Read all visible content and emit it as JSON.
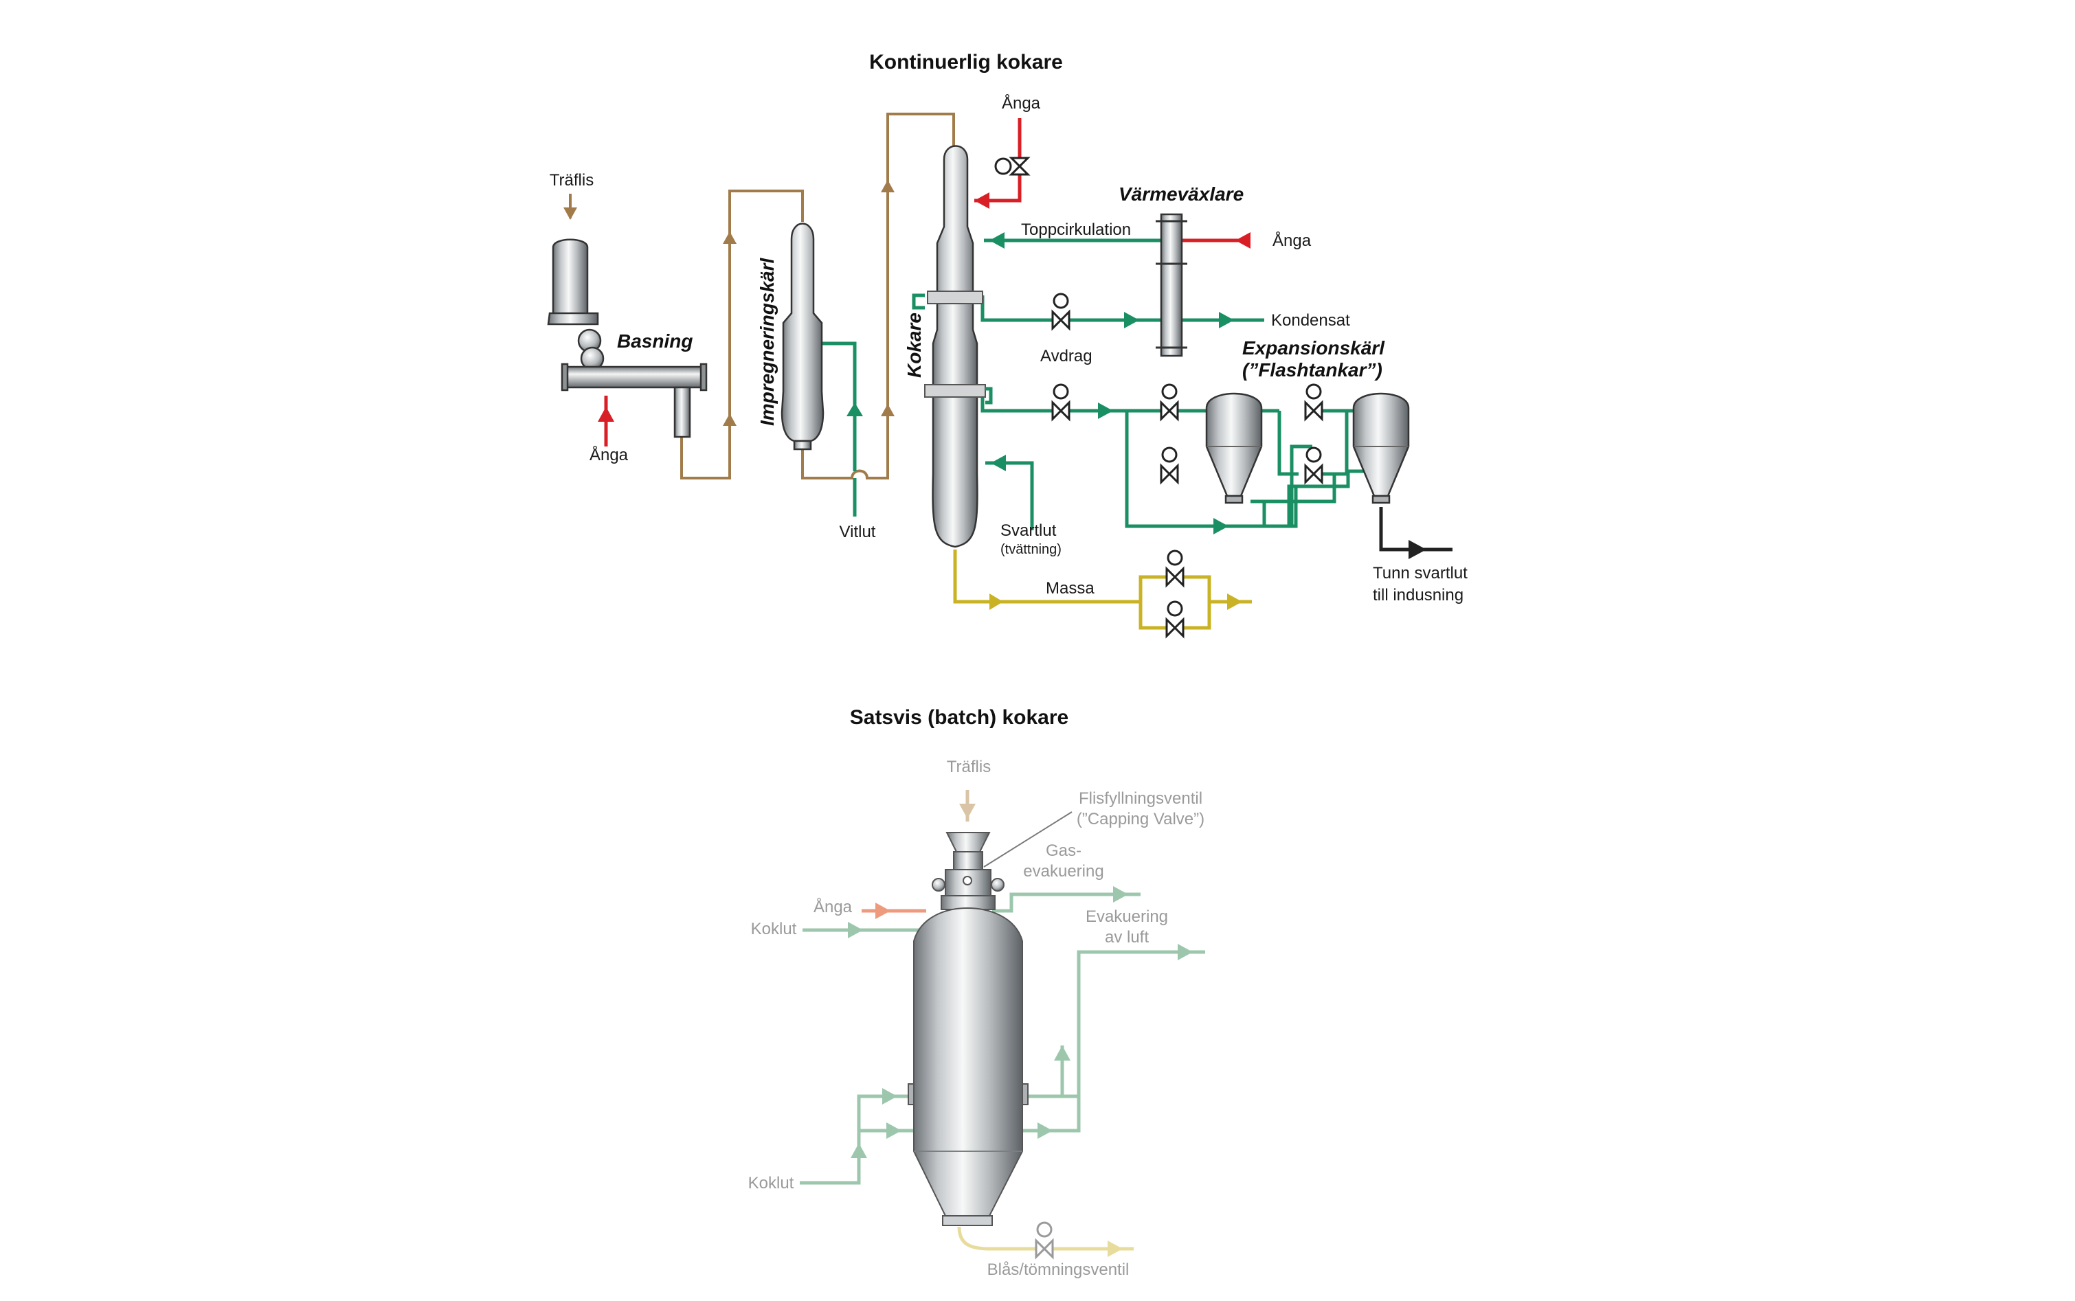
{
  "titles": {
    "continuous": "Kontinuerlig kokare",
    "batch": "Satsvis (batch) kokare"
  },
  "continuous": {
    "equipment": {
      "basning": "Basning",
      "impregnering": "Impregneringskärl",
      "kokare": "Kokare",
      "varmevaxlare": "Värmeväxlare",
      "expansion_line1": "Expansionskärl",
      "expansion_line2": "(”Flashtankar”)"
    },
    "streams": {
      "traflis": "Träflis",
      "anga_basning": "Ånga",
      "anga_top": "Ånga",
      "anga_hx": "Ånga",
      "toppcirkulation": "Toppcirkulation",
      "kondensat": "Kondensat",
      "avdrag": "Avdrag",
      "vitlut": "Vitlut",
      "svartlut": "Svartlut",
      "svartlut_sub": "(tvättning)",
      "massa": "Massa",
      "tunn_line1": "Tunn svartlut",
      "tunn_line2": "till indusning"
    }
  },
  "batch": {
    "traflis": "Träflis",
    "capping_line1": "Flisfyllningsventil",
    "capping_line2": "(”Capping Valve”)",
    "gas_line1": "Gas-",
    "gas_line2": "evakuering",
    "anga": "Ånga",
    "koklut_top": "Koklut",
    "evak_line1": "Evakuering",
    "evak_line2": "av luft",
    "koklut_bottom": "Koklut",
    "blas": "Blås/tömningsventil"
  },
  "colors": {
    "chips": "#a17c4a",
    "steam": "#d91f26",
    "liquor": "#1a8f63",
    "pulp": "#c9b325",
    "black": "#222222",
    "faded_liquor": "#9dc7ad",
    "faded_steam": "#ee9a7c",
    "faded_pulp": "#e8dc9c",
    "faded_chips": "#d9c5a6"
  }
}
